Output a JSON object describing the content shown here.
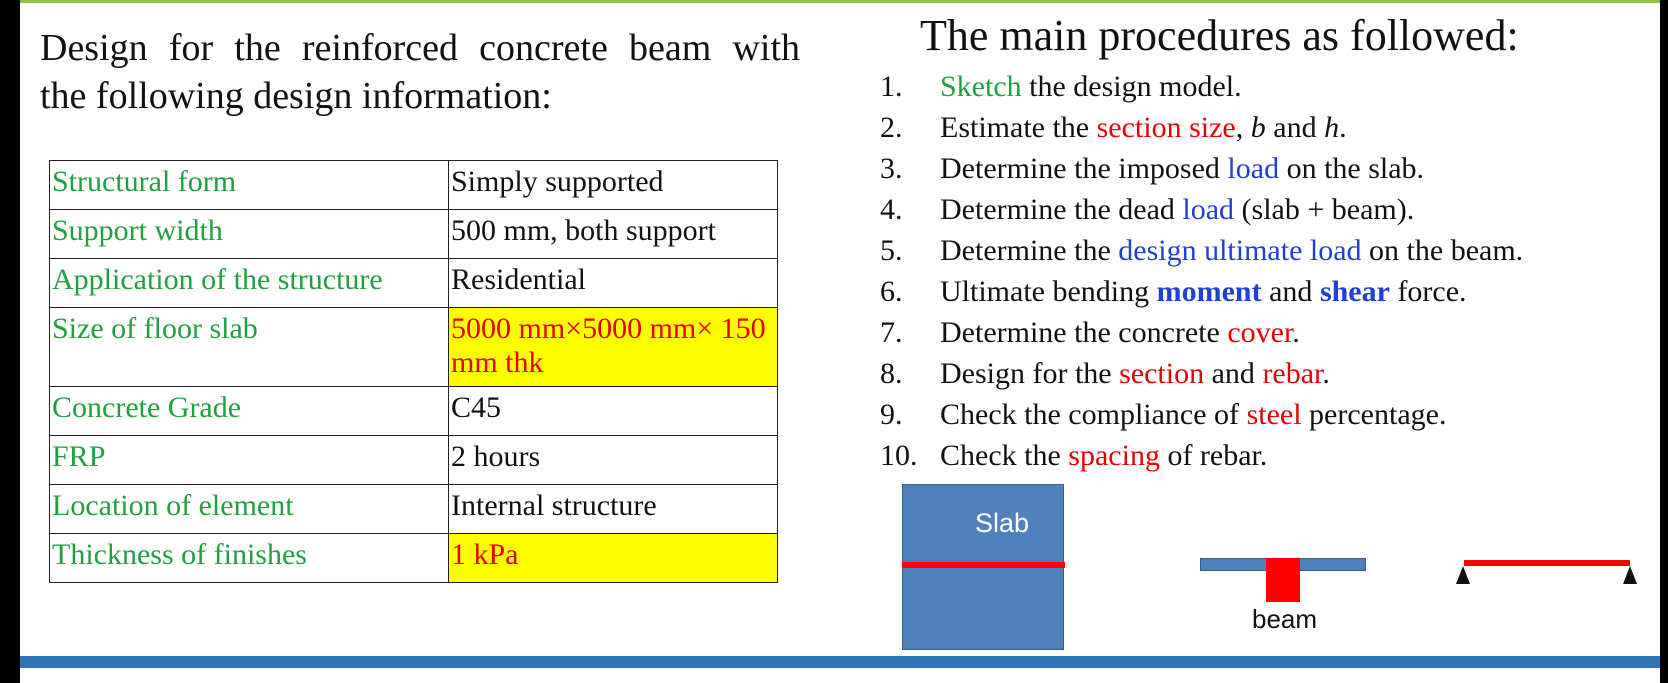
{
  "intro": {
    "line1": "Design for the reinforced concrete beam with",
    "line2": "the following design information:"
  },
  "design_table": [
    {
      "label": "Structural form",
      "value": "Simply supported",
      "highlight": false
    },
    {
      "label": "Support width",
      "value": "500 mm, both support",
      "highlight": false
    },
    {
      "label": "Application of the structure",
      "value": "Residential",
      "highlight": false
    },
    {
      "label": "Size of floor slab",
      "value": "5000 mm×5000 mm× 150 mm thk",
      "highlight": true
    },
    {
      "label": "Concrete Grade",
      "value": "C45",
      "highlight": false
    },
    {
      "label": "FRP",
      "value": "2 hours",
      "highlight": false
    },
    {
      "label": "Location of element",
      "value": "Internal structure",
      "highlight": false
    },
    {
      "label": "Thickness of finishes",
      "value": "1 kPa",
      "highlight": true
    }
  ],
  "procedures": {
    "title": "The main procedures as followed:",
    "steps": [
      {
        "num": "1.",
        "parts": [
          {
            "t": "Sketch",
            "s": "c-green"
          },
          {
            "t": " the design model."
          }
        ]
      },
      {
        "num": "2.",
        "parts": [
          {
            "t": "Estimate the "
          },
          {
            "t": "section size",
            "s": "c-red"
          },
          {
            "t": ", "
          },
          {
            "t": "b",
            "s": "it"
          },
          {
            "t": " and "
          },
          {
            "t": "h",
            "s": "it"
          },
          {
            "t": "."
          }
        ]
      },
      {
        "num": "3.",
        "parts": [
          {
            "t": "Determine the imposed "
          },
          {
            "t": "load",
            "s": "c-blue"
          },
          {
            "t": " on the slab."
          }
        ]
      },
      {
        "num": "4.",
        "parts": [
          {
            "t": "Determine the dead "
          },
          {
            "t": "load",
            "s": "c-blue"
          },
          {
            "t": " (slab + beam)."
          }
        ]
      },
      {
        "num": "5.",
        "parts": [
          {
            "t": "Determine the "
          },
          {
            "t": "design ultimate load",
            "s": "c-blue"
          },
          {
            "t": " on the beam."
          }
        ]
      },
      {
        "num": "6.",
        "parts": [
          {
            "t": "Ultimate bending "
          },
          {
            "t": "moment",
            "s": "b-blue"
          },
          {
            "t": " and "
          },
          {
            "t": "shear",
            "s": "b-blue"
          },
          {
            "t": " force."
          }
        ]
      },
      {
        "num": "7.",
        "parts": [
          {
            "t": "Determine the concrete "
          },
          {
            "t": "cover",
            "s": "c-red"
          },
          {
            "t": "."
          }
        ]
      },
      {
        "num": "8.",
        "parts": [
          {
            "t": "Design for the "
          },
          {
            "t": "section",
            "s": "c-red"
          },
          {
            "t": " and "
          },
          {
            "t": "rebar",
            "s": "c-red"
          },
          {
            "t": "."
          }
        ]
      },
      {
        "num": "9.",
        "parts": [
          {
            "t": "Check the compliance of "
          },
          {
            "t": "steel",
            "s": "c-red"
          },
          {
            "t": " percentage."
          }
        ]
      },
      {
        "num": "10.",
        "parts": [
          {
            "t": "Check the "
          },
          {
            "t": "spacing",
            "s": "c-red"
          },
          {
            "t": " of rebar."
          }
        ]
      }
    ]
  },
  "diagrams": {
    "slab_label": "Slab",
    "beam_label": "beam"
  },
  "colors": {
    "label_green": "#20a040",
    "highlight_red": "#e60000",
    "keyword_blue": "#1f3fd6",
    "highlight_yellow": "#ffff00",
    "slab_blue": "#4f81bd",
    "bottom_band": "#2e75b6"
  }
}
